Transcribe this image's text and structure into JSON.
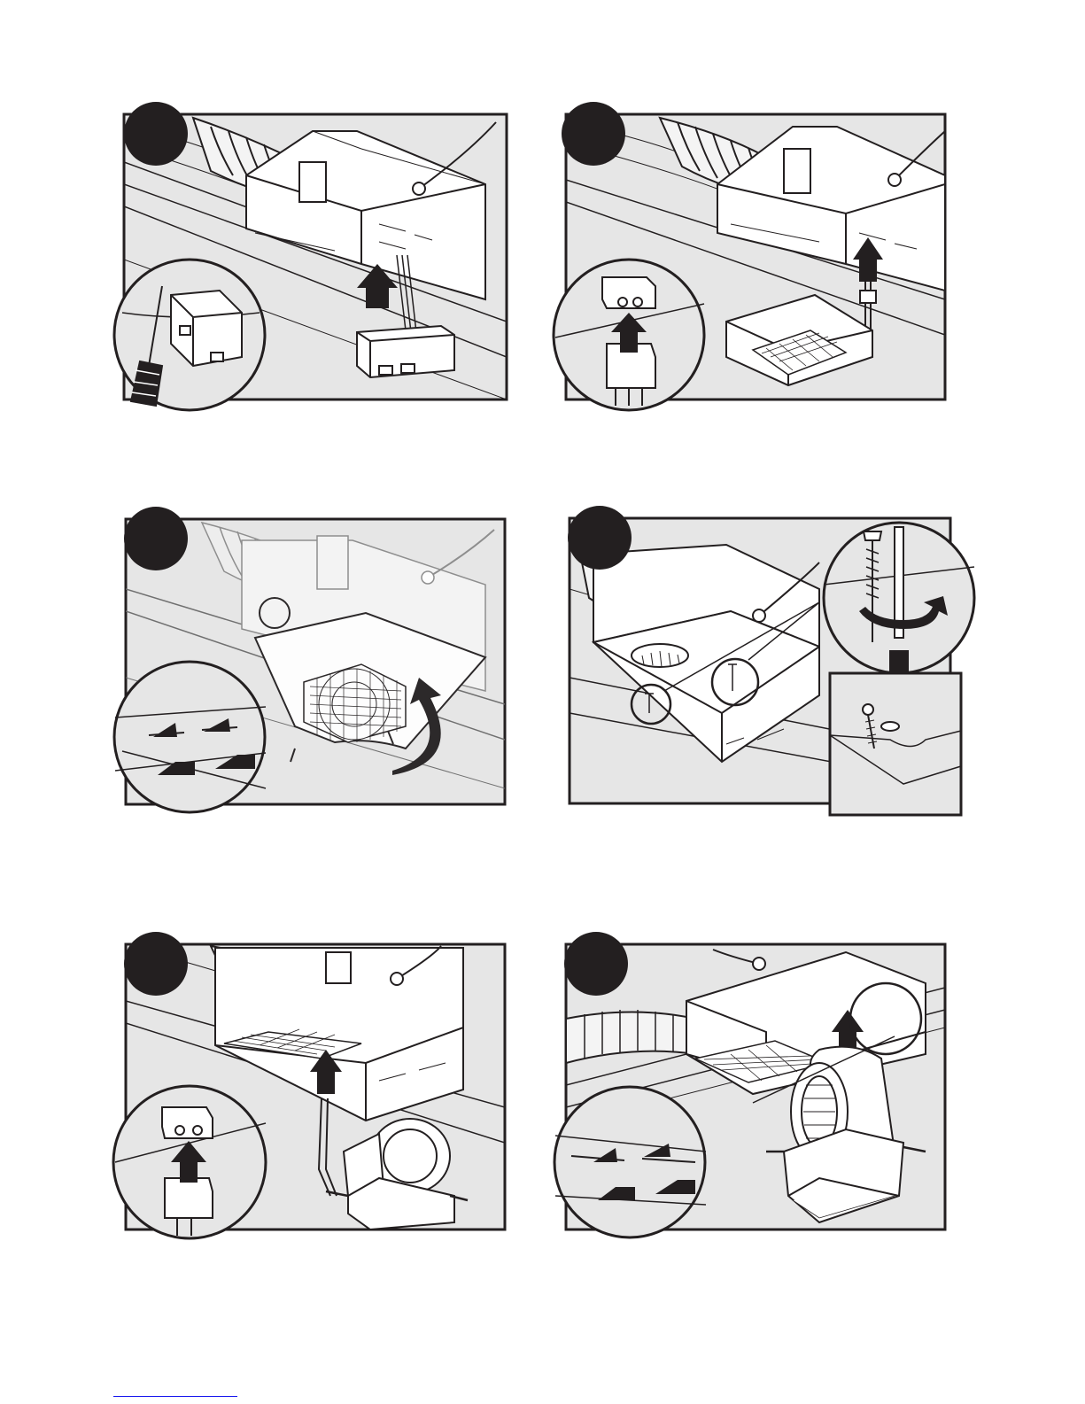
{
  "page": {
    "kind": "installation-instructions-illustrations",
    "panel_count": 6,
    "colors": {
      "ink": "#231f20",
      "background_gray": "#e6e6e6",
      "paper": "#ffffff",
      "footer_rule": "#1a1aee"
    }
  },
  "panels": [
    {
      "id": "step-1",
      "icons": [
        "step-number-badge",
        "flex-duct-icon",
        "housing-icon",
        "power-cord-icon",
        "arrow-up-icon",
        "junction-box-icon",
        "screwdriver-icon"
      ]
    },
    {
      "id": "step-2",
      "icons": [
        "step-number-badge",
        "flex-duct-icon",
        "housing-icon",
        "power-cord-icon",
        "arrow-up-icon",
        "connector-plug-icon",
        "fan-grille-icon"
      ]
    },
    {
      "id": "step-3",
      "icons": [
        "step-number-badge",
        "flex-duct-icon",
        "housing-icon",
        "power-cord-icon",
        "tab-arrows-icon",
        "rotate-arrow-icon",
        "fan-grille-icon"
      ]
    },
    {
      "id": "step-4",
      "icons": [
        "step-number-badge",
        "flex-duct-icon",
        "housing-icon",
        "power-cord-icon",
        "screw-icon",
        "screwdriver-icon",
        "rotate-arrow-icon"
      ]
    },
    {
      "id": "step-5",
      "icons": [
        "step-number-badge",
        "flex-duct-icon",
        "housing-icon",
        "power-cord-icon",
        "arrow-up-icon",
        "connector-plug-icon",
        "blower-motor-icon"
      ]
    },
    {
      "id": "step-6",
      "icons": [
        "step-number-badge",
        "flex-duct-icon",
        "housing-icon",
        "power-cord-icon",
        "arrow-up-icon",
        "tab-arrows-icon",
        "blower-motor-icon"
      ]
    }
  ]
}
